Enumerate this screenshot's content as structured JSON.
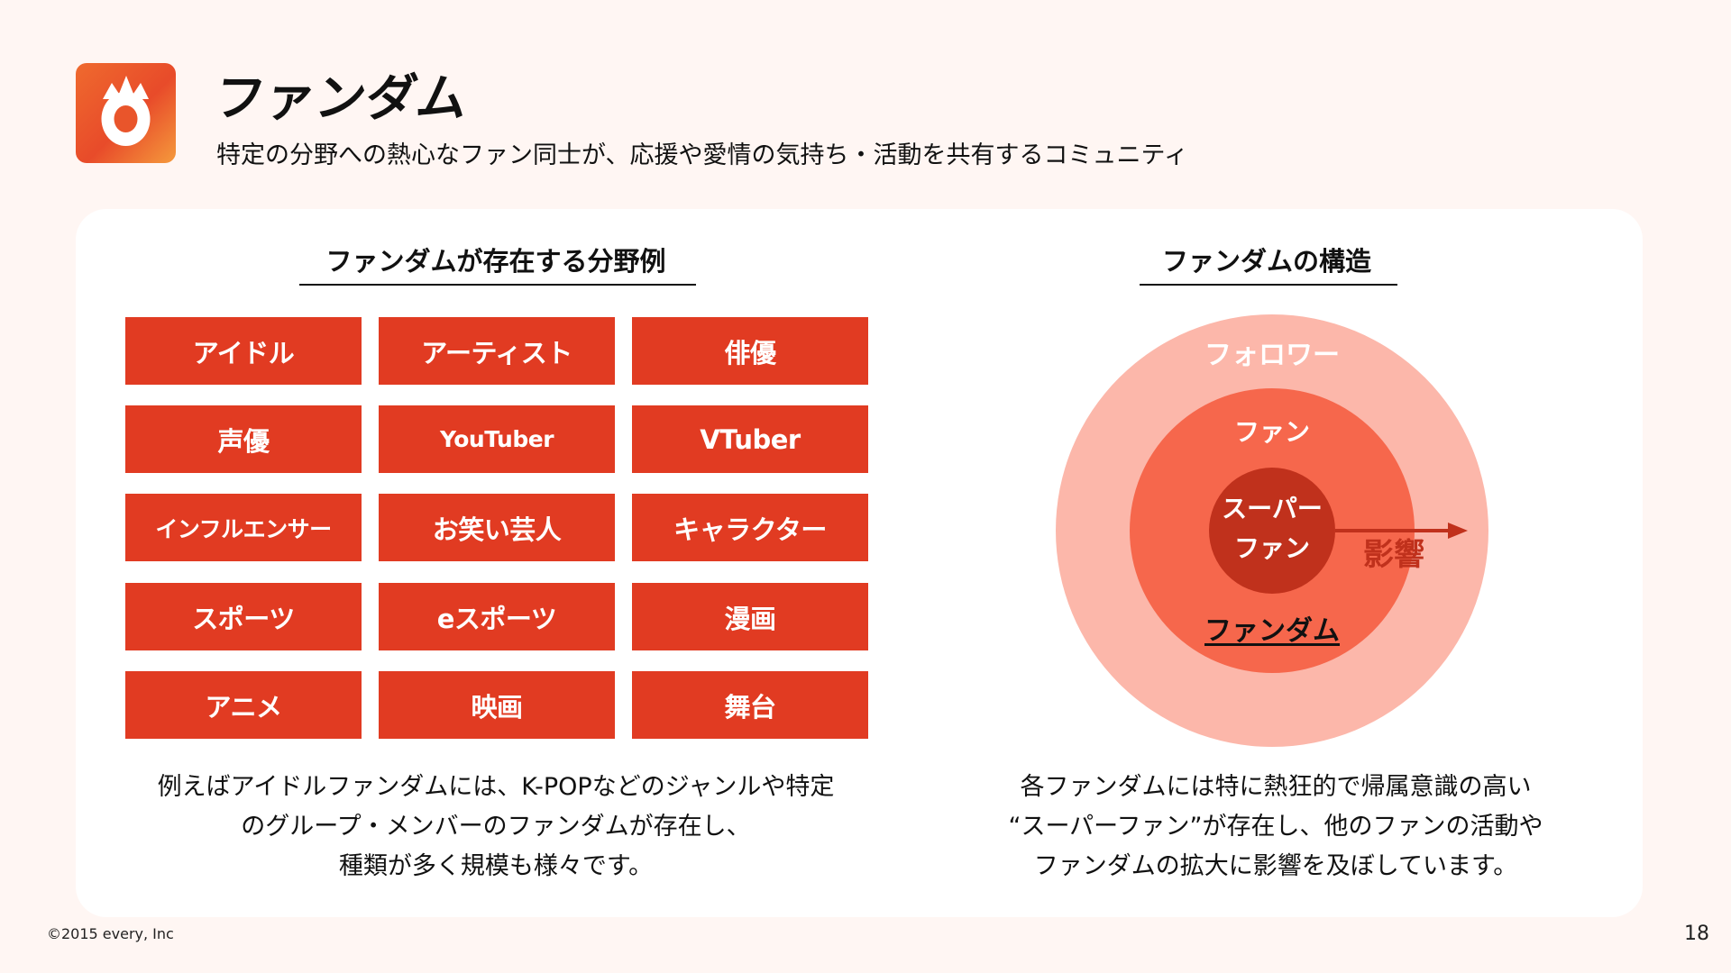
{
  "header": {
    "logo_icon": "flame-ring-icon",
    "title": "ファンダム",
    "subtitle": "特定の分野への熱心なファン同士が、応援や愛情の気持ち・活動を共有するコミュニティ"
  },
  "left_section": {
    "heading": "ファンダムが存在する分野例",
    "tiles": [
      "アイドル",
      "アーティスト",
      "俳優",
      "声優",
      "YouTuber",
      "VTuber",
      "インフルエンサー",
      "お笑い芸人",
      "キャラクター",
      "スポーツ",
      "eスポーツ",
      "漫画",
      "アニメ",
      "映画",
      "舞台"
    ],
    "caption": "例えばアイドルファンダムには、K-POPなどのジャンルや特定\nのグループ・メンバーのファンダムが存在し、\n種類が多く規模も様々です。"
  },
  "right_section": {
    "heading": "ファンダムの構造",
    "diagram": {
      "outer_label": "フォロワー",
      "middle_label": "ファン",
      "core_label": "スーパー\nファン",
      "fandom_label": "ファンダム",
      "influence_label": "影響",
      "colors": {
        "outer": "#fcb7aa",
        "middle": "#f6674c",
        "core": "#c0311c",
        "arrow": "#c0311c"
      }
    },
    "caption": "各ファンダムには特に熱狂的で帰属意識の高い\n“スーパーファン”が存在し、他のファンの活動や\nファンダムの拡大に影響を及ぼしています。"
  },
  "footer": {
    "copyright": "©2015 every, Inc",
    "page_number": "18"
  },
  "colors": {
    "accent": "#e13b22",
    "background": "#fff6f3",
    "panel": "#ffffff"
  }
}
